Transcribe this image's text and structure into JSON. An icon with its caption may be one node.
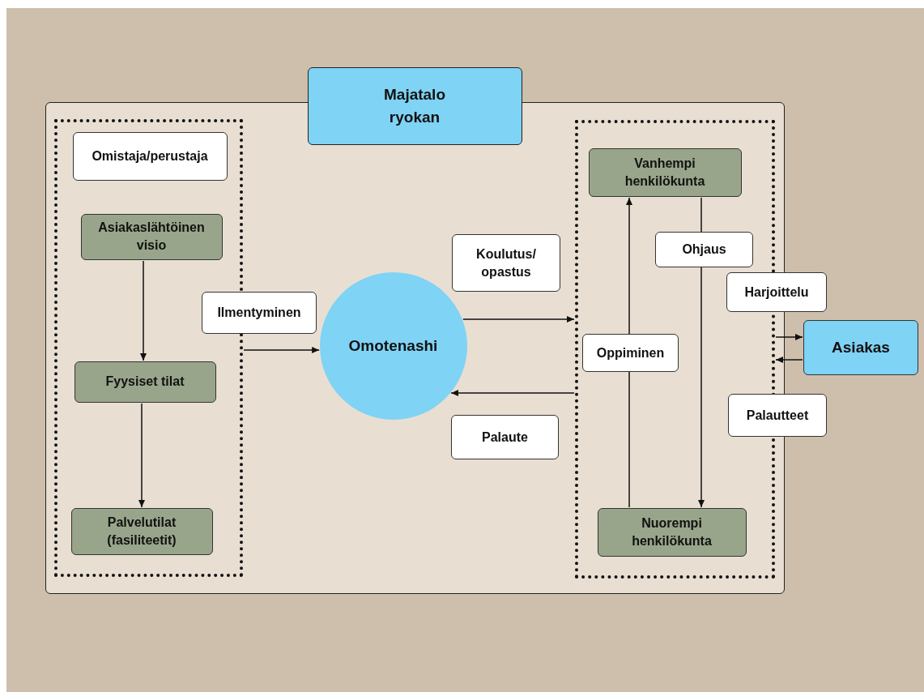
{
  "diagram": {
    "nodes": [
      {
        "text": [
          "Majatalo ryokan"
        ]
      },
      {
        "text": [],
        "shape": "box",
        "in": 0
      },
      {
        "text": [
          "Omistaja/perustaja"
        ],
        "in": 1
      },
      {
        "text": [
          "Asiakaslähtöinen visio"
        ],
        "in": 1
      },
      {
        "text": [
          "Fyysiset tilat"
        ],
        "in": 1
      },
      {
        "text": [
          "Palvelutilat (fasiliteetit)"
        ],
        "in": 1
      },
      {
        "text": [
          "Omotenashi"
        ],
        "in": 0
      },
      {
        "text": [],
        "shape": "box",
        "in": 0
      },
      {
        "text": [
          "Vanhempi henkilökunta"
        ],
        "in": 7
      },
      {
        "text": [
          "Nuorempi henkilökunta"
        ],
        "in": 7
      },
      {
        "text": [
          "Asiakas"
        ]
      }
    ],
    "edges": [
      {
        "from": 3,
        "to": 4,
        "arrow": "to"
      },
      {
        "from": 4,
        "to": 5,
        "arrow": "to"
      },
      {
        "from": 1,
        "to": 6,
        "arrow": "to",
        "label": "Ilmentyminen"
      },
      {
        "from": 6,
        "to": 7,
        "arrow": "to",
        "label": "Koulutus/ opastus"
      },
      {
        "from": 7,
        "to": 6,
        "arrow": "to",
        "label": "Palaute"
      },
      {
        "from": 9,
        "to": 8,
        "arrow": "to",
        "label": "Oppiminen"
      },
      {
        "from": 8,
        "to": 9,
        "arrow": "to",
        "label": "Ohjaus"
      },
      {
        "from": 7,
        "to": 10,
        "arrow": "to",
        "label": "Harjoittelu"
      },
      {
        "from": 10,
        "to": 7,
        "arrow": "to",
        "label": "Palautteet"
      }
    ]
  }
}
